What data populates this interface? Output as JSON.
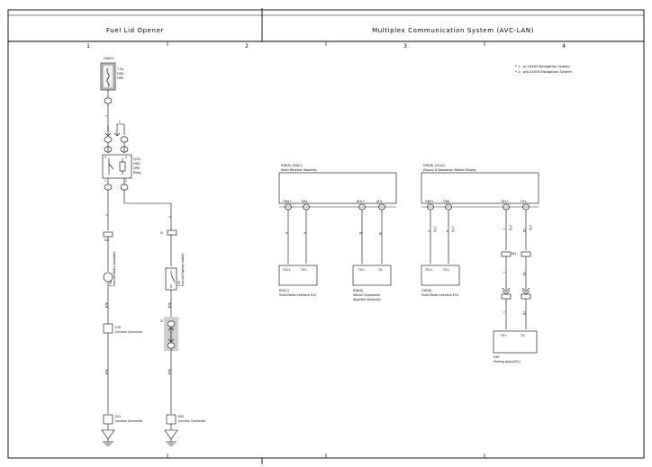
{
  "header": {
    "title_left": "Fuel Lid Opener",
    "title_right": "Multiplex Communication System (AVC-LAN)",
    "columns": [
      "1",
      "2",
      "3",
      "4"
    ]
  },
  "notes": {
    "note1": "* 1 : w/ LEXUS Navigation System",
    "note2": "* 2 : w/o LEXUS Navigation System"
  },
  "fuel": {
    "fuse_code": "(5647)",
    "fuse_l1": "7.5A",
    "fuse_l2": "FUEL",
    "fuse_l3": "OPN",
    "relay_code": "F(23)",
    "relay_l1": "FUEL",
    "relay_l2": "OPN",
    "relay_l3": "Relay",
    "relay_pins": [
      "5",
      "3",
      "1",
      "2"
    ],
    "motor_code": "F38",
    "motor_name": "Fuel Lid Motor Assembly",
    "switch_code": "F25",
    "switch_name": "Fuel Lid Opener Switch",
    "jc1_code": "E35",
    "jc1_name": "Junction Connector",
    "j41_code": "E41",
    "j41_name": "Junction Connector",
    "j30_code": "B30",
    "j30_name": "Junction Connector",
    "w_L": "L",
    "w_Y": "Y",
    "w_WB": "W-B",
    "conn_ia4": "IA4",
    "conn_i5": "I5",
    "conn_i2": "I2"
  },
  "avc": {
    "radio_code": "R38(B), R38(C)",
    "radio_name": "Radio Receiver Assembly",
    "radio_pins": [
      "TXM+",
      "TXM-",
      "ATX+",
      "ATX-"
    ],
    "display_code": "H38(B), H14(C)",
    "display_name": "Display & Navigation Module Display",
    "display_pins": [
      "TXM+",
      "TXM-",
      "TX1+",
      "TX1-"
    ],
    "mm1_code": "R25(C)",
    "mm1_name": "Multi-Media Interface ECU",
    "mm1_pins": [
      "TX1+",
      "TX1-"
    ],
    "amp_code": "R26(D)",
    "amp_l1": "Stereo Component",
    "amp_l2": "Amplifier Assembly",
    "amp_pins": [
      "TX+",
      "TX-"
    ],
    "mm2_code": "H18(B)",
    "mm2_name": "Multi-Media Interface ECU",
    "mm2_pins": [
      "TX1+",
      "TX1-"
    ],
    "park_code": "H39",
    "park_name": "Parking Assist ECU",
    "park_pins": [
      "TX+",
      "TX-"
    ],
    "w_V": "V",
    "w_P": "P",
    "w_B": "B",
    "w_W": "W",
    "w_LG": "LG",
    "w_L": "L",
    "pin_star1": "(*1)",
    "pin_star2": "(*2)",
    "conn_hj4": "HJ4"
  }
}
